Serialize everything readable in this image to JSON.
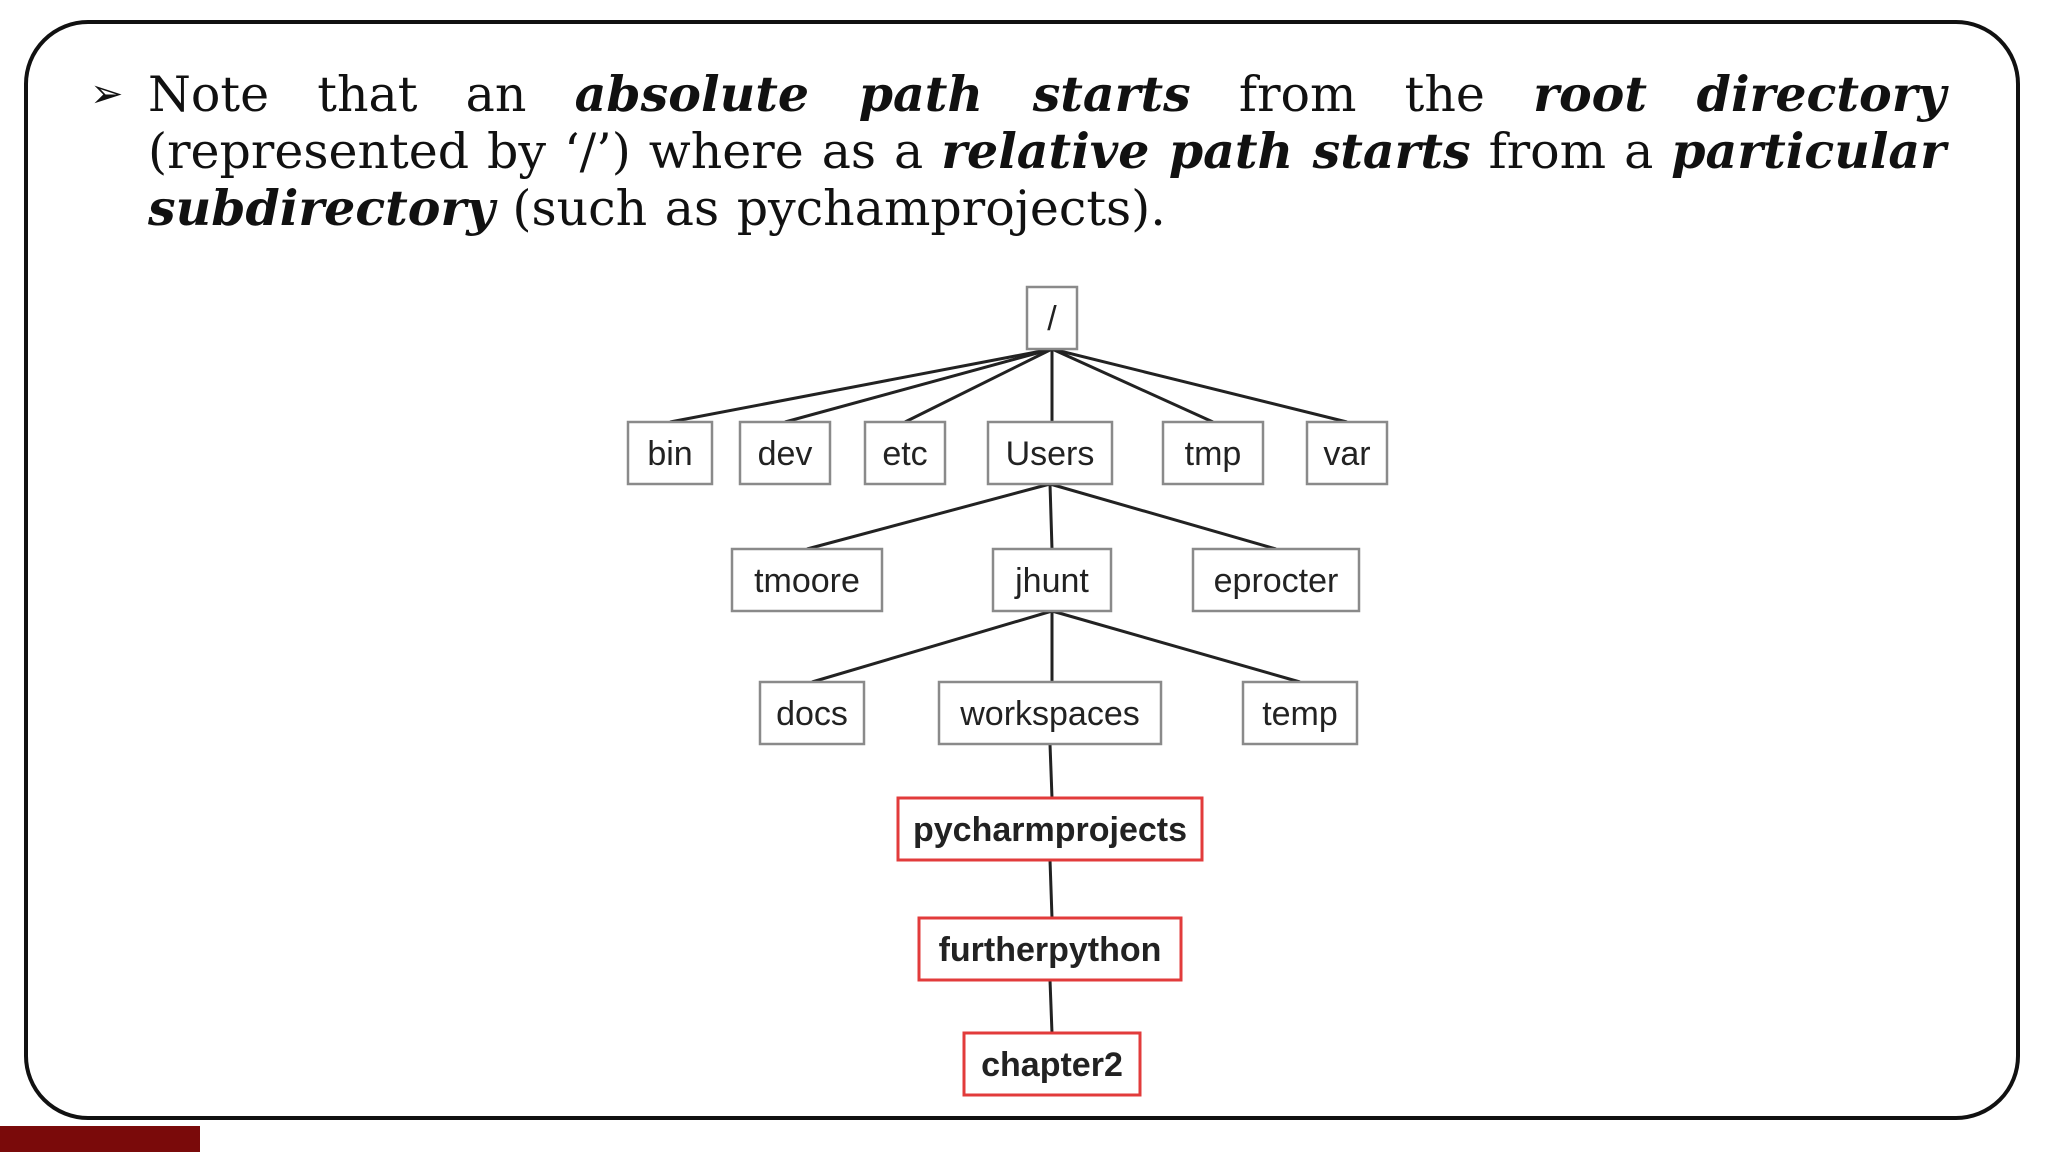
{
  "note": {
    "bullet": "➢",
    "parts": [
      {
        "text": "Note that an ",
        "emph": false
      },
      {
        "text": "absolute path starts",
        "emph": true
      },
      {
        "text": " from the ",
        "emph": false
      },
      {
        "text": "root directory",
        "emph": true
      },
      {
        "text": " (represented by ‘/’) where as a ",
        "emph": false
      },
      {
        "text": "relative path starts",
        "emph": true
      },
      {
        "text": " from a ",
        "emph": false
      },
      {
        "text": "particular subdirectory",
        "emph": true
      },
      {
        "text": " (such as pychamprojects).",
        "emph": false
      }
    ]
  },
  "tree": {
    "nodes": [
      {
        "id": "root",
        "label": "/"
      },
      {
        "id": "bin",
        "label": "bin"
      },
      {
        "id": "dev",
        "label": "dev"
      },
      {
        "id": "etc",
        "label": "etc"
      },
      {
        "id": "users",
        "label": "Users"
      },
      {
        "id": "tmp",
        "label": "tmp"
      },
      {
        "id": "var",
        "label": "var"
      },
      {
        "id": "tmoore",
        "label": "tmoore"
      },
      {
        "id": "jhunt",
        "label": "jhunt"
      },
      {
        "id": "eprocter",
        "label": "eprocter"
      },
      {
        "id": "docs",
        "label": "docs"
      },
      {
        "id": "workspaces",
        "label": "workspaces"
      },
      {
        "id": "temp",
        "label": "temp"
      },
      {
        "id": "pycharmprojects",
        "label": "pycharmprojects",
        "highlight": true
      },
      {
        "id": "furtherpython",
        "label": "furtherpython",
        "highlight": true
      },
      {
        "id": "chapter2",
        "label": "chapter2",
        "highlight": true
      }
    ],
    "edges": [
      [
        "root",
        "bin"
      ],
      [
        "root",
        "dev"
      ],
      [
        "root",
        "etc"
      ],
      [
        "root",
        "users"
      ],
      [
        "root",
        "tmp"
      ],
      [
        "root",
        "var"
      ],
      [
        "users",
        "tmoore"
      ],
      [
        "users",
        "jhunt"
      ],
      [
        "users",
        "eprocter"
      ],
      [
        "jhunt",
        "docs"
      ],
      [
        "jhunt",
        "workspaces"
      ],
      [
        "jhunt",
        "temp"
      ],
      [
        "workspaces",
        "pycharmprojects"
      ],
      [
        "pycharmprojects",
        "furtherpython"
      ],
      [
        "furtherpython",
        "chapter2"
      ]
    ]
  },
  "colors": {
    "frame_border": "#111111",
    "box_border": "#8a8a8a",
    "highlight_border": "#e23b3b",
    "footer_bar": "#7a0a0a"
  }
}
